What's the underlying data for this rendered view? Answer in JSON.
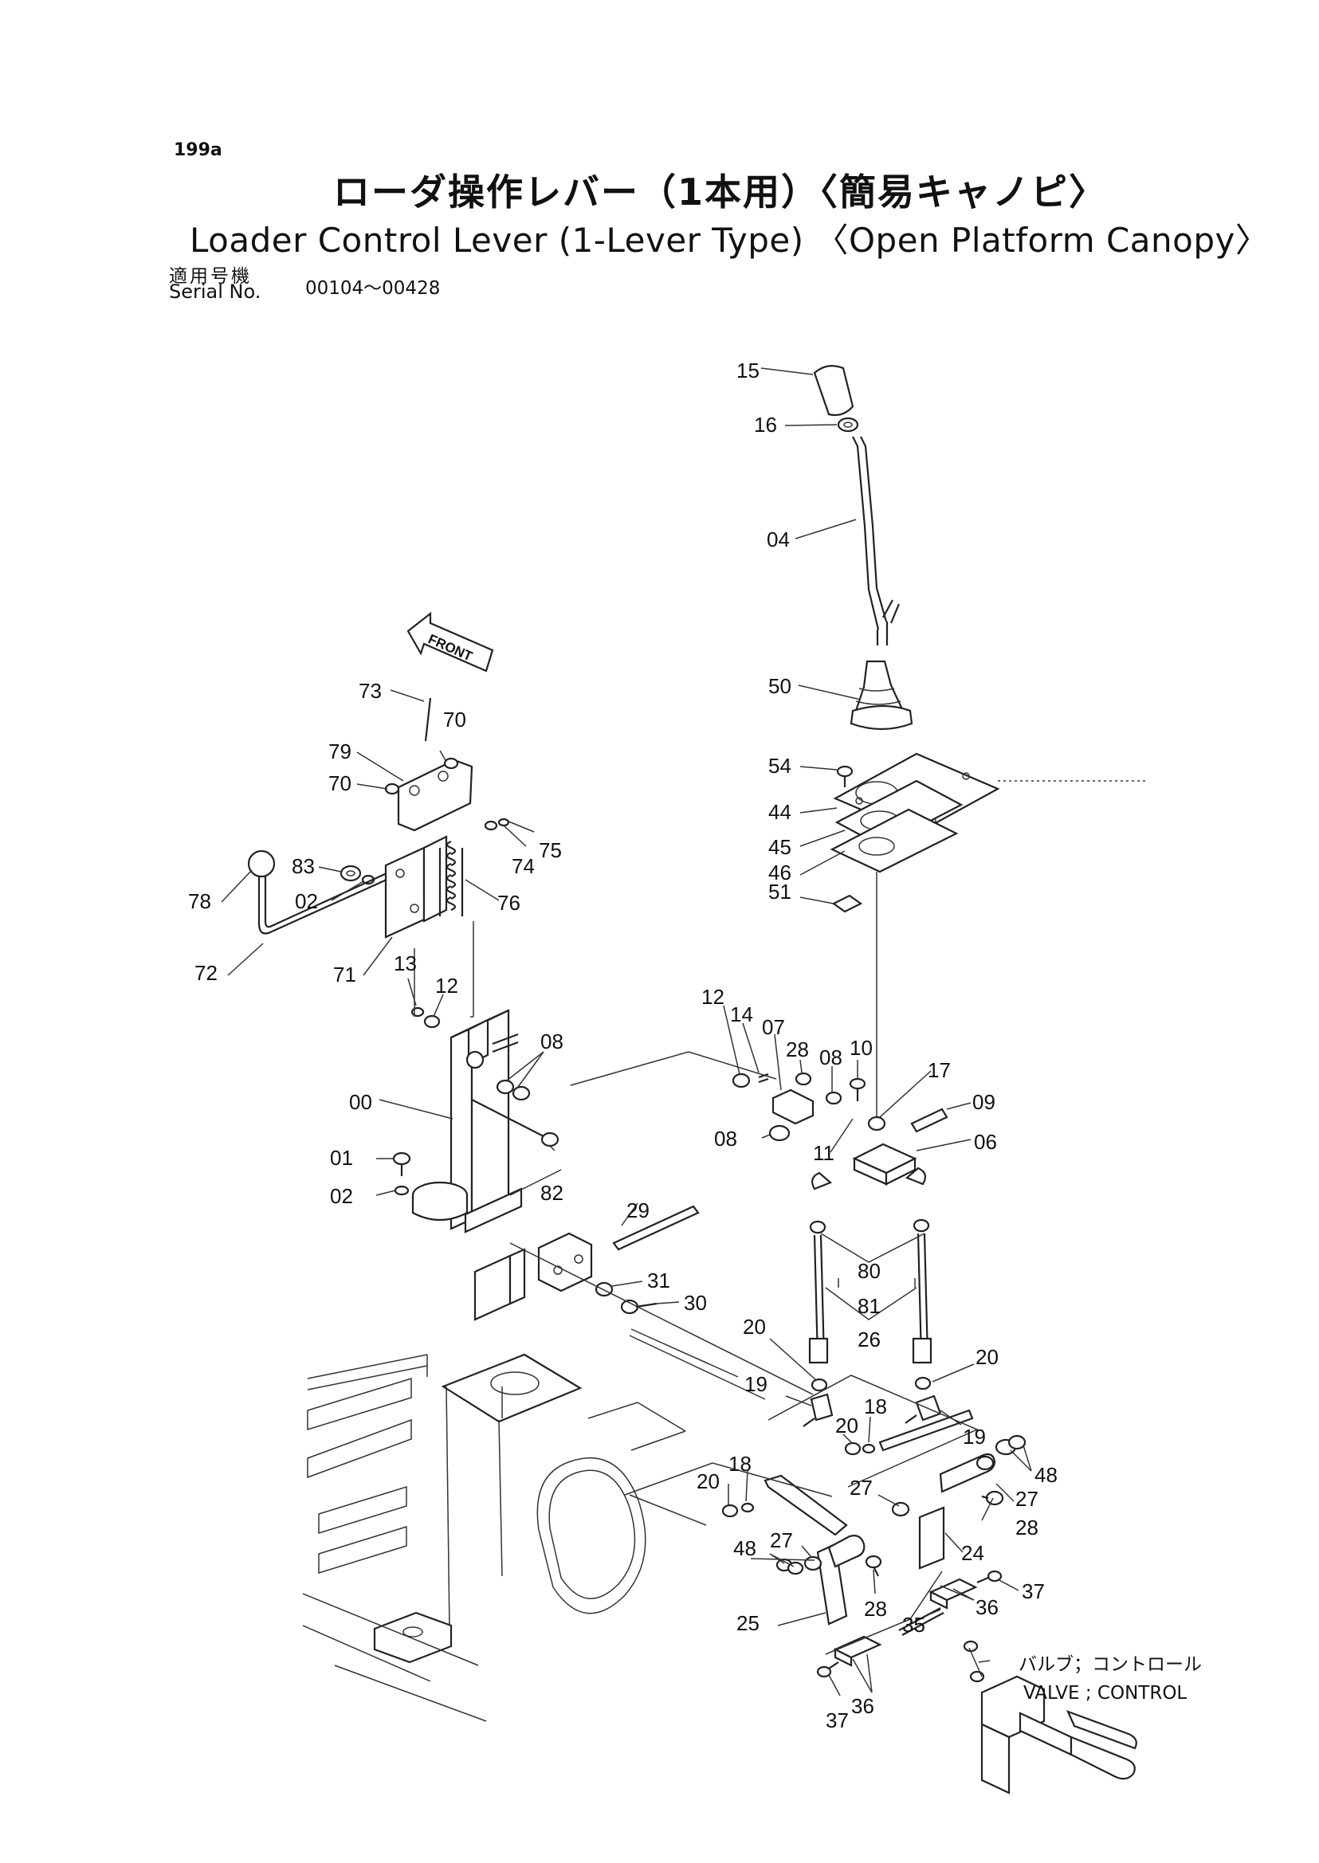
{
  "header": {
    "page_number": "199a",
    "title_ja": "ローダ操作レバー（1本用）〈簡易キャノピ〉",
    "title_en": "Loader Control Lever (1-Lever Type) 〈Open Platform Canopy〉",
    "serial_label_ja": "適用号機",
    "serial_label_en": "Serial No.",
    "serial_range": "00104～00428"
  },
  "diagram": {
    "front_label": "FRONT",
    "valve_label_ja": "バルブ；コントロール",
    "valve_label_en": "VALVE ; CONTROL",
    "callouts": [
      {
        "id": "c15",
        "text": "15"
      },
      {
        "id": "c16",
        "text": "16"
      },
      {
        "id": "c04",
        "text": "04"
      },
      {
        "id": "c50",
        "text": "50"
      },
      {
        "id": "c54",
        "text": "54"
      },
      {
        "id": "c44",
        "text": "44"
      },
      {
        "id": "c45",
        "text": "45"
      },
      {
        "id": "c46",
        "text": "46"
      },
      {
        "id": "c51",
        "text": "51"
      },
      {
        "id": "c73",
        "text": "73"
      },
      {
        "id": "c70a",
        "text": "70"
      },
      {
        "id": "c79",
        "text": "79"
      },
      {
        "id": "c70b",
        "text": "70"
      },
      {
        "id": "c75",
        "text": "75"
      },
      {
        "id": "c74",
        "text": "74"
      },
      {
        "id": "c83",
        "text": "83"
      },
      {
        "id": "c78",
        "text": "78"
      },
      {
        "id": "c02a",
        "text": "02"
      },
      {
        "id": "c76",
        "text": "76"
      },
      {
        "id": "c72",
        "text": "72"
      },
      {
        "id": "c71",
        "text": "71"
      },
      {
        "id": "c13",
        "text": "13"
      },
      {
        "id": "c12a",
        "text": "12"
      },
      {
        "id": "c08a",
        "text": "08"
      },
      {
        "id": "c00",
        "text": "00"
      },
      {
        "id": "c01",
        "text": "01"
      },
      {
        "id": "c02b",
        "text": "02"
      },
      {
        "id": "c82",
        "text": "82"
      },
      {
        "id": "c12b",
        "text": "12"
      },
      {
        "id": "c14",
        "text": "14"
      },
      {
        "id": "c07",
        "text": "07"
      },
      {
        "id": "c28a",
        "text": "28"
      },
      {
        "id": "c08b",
        "text": "08"
      },
      {
        "id": "c10",
        "text": "10"
      },
      {
        "id": "c17",
        "text": "17"
      },
      {
        "id": "c09",
        "text": "09"
      },
      {
        "id": "c08c",
        "text": "08"
      },
      {
        "id": "c11",
        "text": "11"
      },
      {
        "id": "c06",
        "text": "06"
      },
      {
        "id": "c29",
        "text": "29"
      },
      {
        "id": "c80",
        "text": "80"
      },
      {
        "id": "c81",
        "text": "81"
      },
      {
        "id": "c31",
        "text": "31"
      },
      {
        "id": "c30",
        "text": "30"
      },
      {
        "id": "c26",
        "text": "26"
      },
      {
        "id": "c20a",
        "text": "20"
      },
      {
        "id": "c20b",
        "text": "20"
      },
      {
        "id": "c19a",
        "text": "19"
      },
      {
        "id": "c20c",
        "text": "20"
      },
      {
        "id": "c18a",
        "text": "18"
      },
      {
        "id": "c19b",
        "text": "19"
      },
      {
        "id": "c48a",
        "text": "48"
      },
      {
        "id": "c27a",
        "text": "27"
      },
      {
        "id": "c18b",
        "text": "18"
      },
      {
        "id": "c20d",
        "text": "20"
      },
      {
        "id": "c27b",
        "text": "27"
      },
      {
        "id": "c28b",
        "text": "28"
      },
      {
        "id": "c27c",
        "text": "27"
      },
      {
        "id": "c24",
        "text": "24"
      },
      {
        "id": "c48b",
        "text": "48"
      },
      {
        "id": "c37a",
        "text": "37"
      },
      {
        "id": "c36a",
        "text": "36"
      },
      {
        "id": "c28c",
        "text": "28"
      },
      {
        "id": "c35",
        "text": "35"
      },
      {
        "id": "c25",
        "text": "25"
      },
      {
        "id": "c37b",
        "text": "37"
      },
      {
        "id": "c36b",
        "text": "36"
      }
    ]
  }
}
